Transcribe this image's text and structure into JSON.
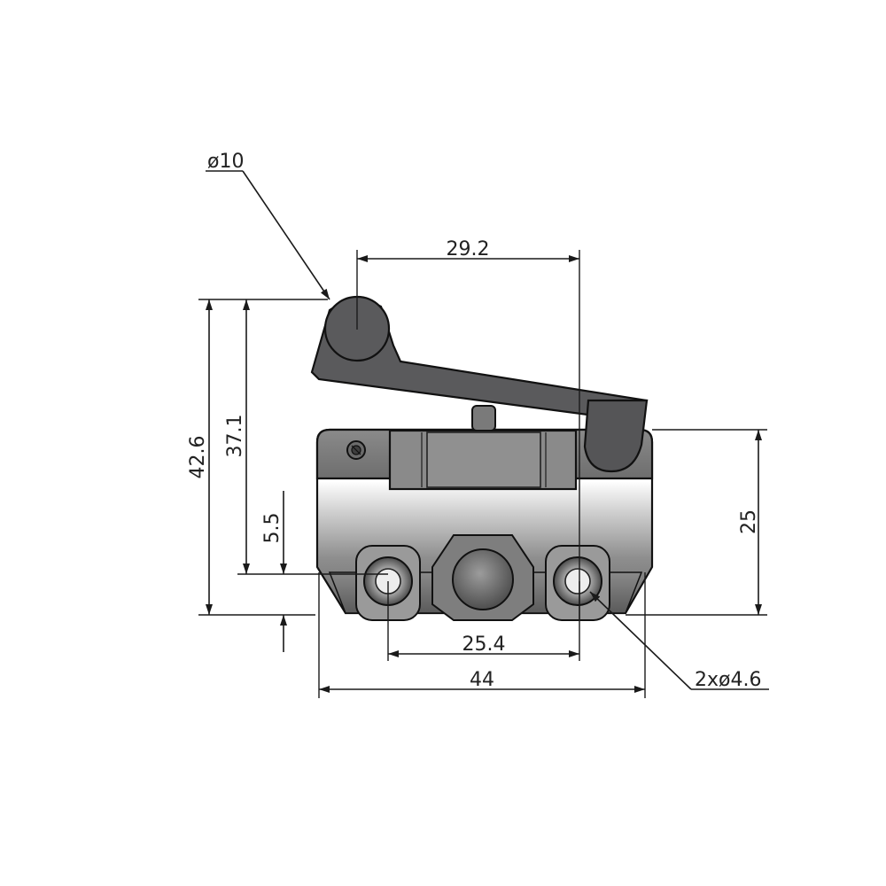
{
  "dimensions": {
    "roller_diameter": "ø10",
    "roller_offset": "29.2",
    "overall_height": "42.6",
    "roller_height": "37.1",
    "hole_height": "5.5",
    "body_height": "25",
    "hole_spacing": "25.4",
    "body_width": "44",
    "hole_diameter": "2xø4.6"
  },
  "colors": {
    "lever": "#5a5a5c",
    "body_light": "#e6e6e6",
    "body_mid": "#b4b4b4",
    "body_dark": "#5f5f5f",
    "line": "#1a1a1a"
  }
}
